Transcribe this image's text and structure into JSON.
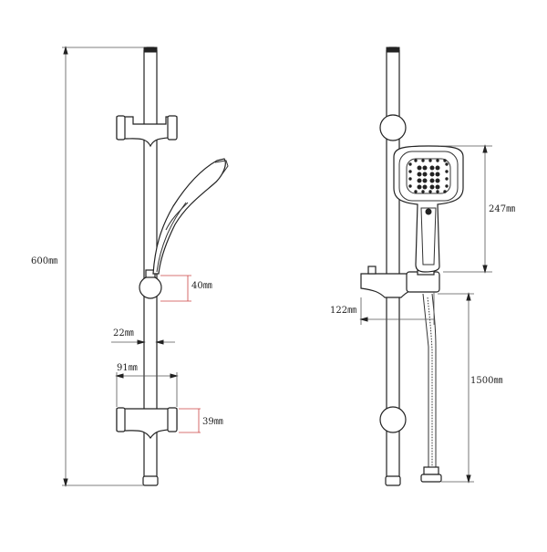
{
  "dimensions": {
    "height_total": "600㎜",
    "holder_height": "40㎜",
    "rail_diameter": "22㎜",
    "bracket_width": "91㎜",
    "bracket_height": "39㎜",
    "head_length": "247㎜",
    "head_offset": "122㎜",
    "hose_length": "1500㎜"
  }
}
